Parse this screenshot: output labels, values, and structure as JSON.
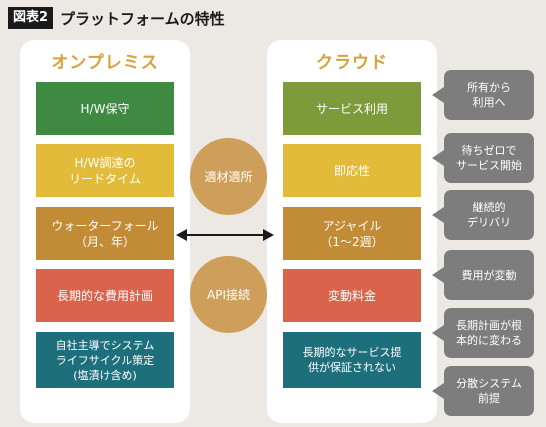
{
  "figure": {
    "label": "図表2",
    "title": "プラットフォームの特性"
  },
  "onprem": {
    "header": "オンプレミス",
    "items": [
      {
        "text": "H/W保守",
        "color": "#3e8a42"
      },
      {
        "text": "H/W調達の\nリードタイム",
        "color": "#e2bb3a"
      },
      {
        "text": "ウォーターフォール\n（月、年）",
        "color": "#c28b36"
      },
      {
        "text": "長期的な費用計画",
        "color": "#d9644b"
      },
      {
        "text": "自社主導でシステム\nライフサイクル策定\n(塩漬け含め)",
        "color": "#1e6f7c"
      }
    ]
  },
  "cloud": {
    "header": "クラウド",
    "items": [
      {
        "text": "サービス利用",
        "color": "#7e9b3c"
      },
      {
        "text": "即応性",
        "color": "#e2bb3a"
      },
      {
        "text": "アジャイル\n（1〜2週）",
        "color": "#c28b36"
      },
      {
        "text": "変動料金",
        "color": "#d9644b"
      },
      {
        "text": "長期的なサービス提\n供が保証されない",
        "color": "#1e6f7c"
      }
    ]
  },
  "middle": {
    "top_circle": "適材適所",
    "bottom_circle": "API接続",
    "circle_color": "#ce9f5b"
  },
  "callouts": [
    {
      "text": "所有から\n利用へ"
    },
    {
      "text": "待ちゼロで\nサービス開始"
    },
    {
      "text": "継続的\nデリバリ"
    },
    {
      "text": "費用が変動"
    },
    {
      "text": "長期計画が根\n本的に変わる"
    },
    {
      "text": "分散システム\n前提"
    }
  ]
}
